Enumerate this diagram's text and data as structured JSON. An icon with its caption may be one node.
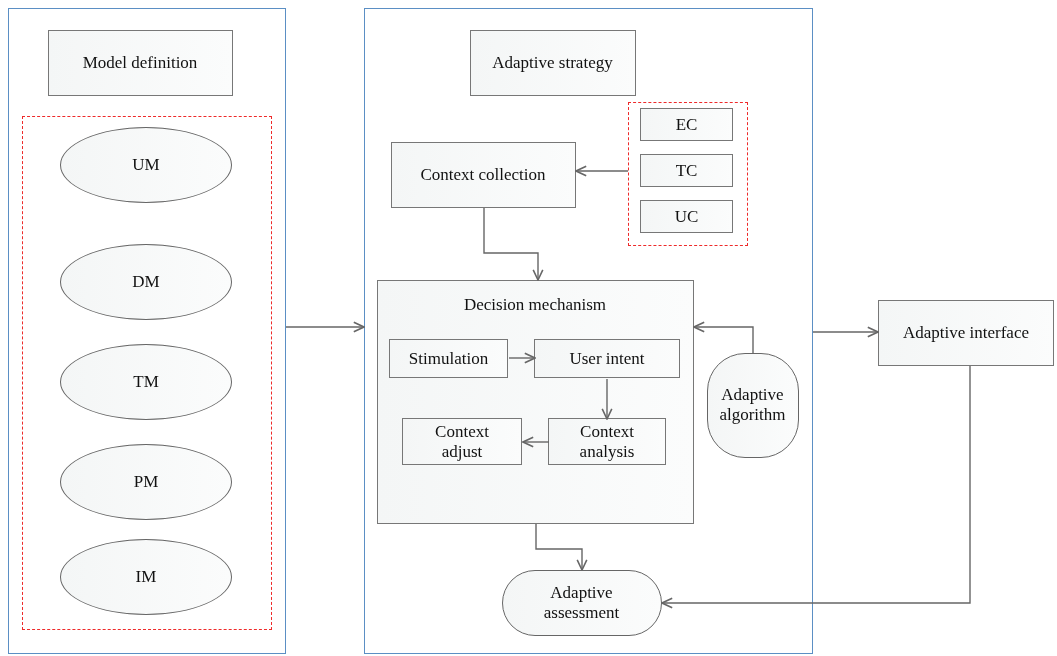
{
  "diagram": {
    "nodes": [
      {
        "text": [],
        "shape": "box"
      },
      {
        "text": [
          "Model definition"
        ],
        "in": 0
      },
      {
        "text": [],
        "shape": "box",
        "in": 0
      },
      {
        "text": [
          "UM"
        ],
        "in": 2
      },
      {
        "text": [
          "DM"
        ],
        "in": 2
      },
      {
        "text": [
          "TM"
        ],
        "in": 2
      },
      {
        "text": [
          "PM"
        ],
        "in": 2
      },
      {
        "text": [
          "IM"
        ],
        "in": 2
      },
      {
        "text": [],
        "shape": "box"
      },
      {
        "text": [
          "Adaptive strategy"
        ],
        "in": 8
      },
      {
        "text": [],
        "shape": "box",
        "in": 8
      },
      {
        "text": [
          "EC"
        ],
        "in": 10
      },
      {
        "text": [
          "TC"
        ],
        "in": 10
      },
      {
        "text": [
          "UC"
        ],
        "in": 10
      },
      {
        "text": [
          "Context collection"
        ],
        "in": 8
      },
      {
        "text": [
          "Decision mechanism"
        ],
        "in": 8
      },
      {
        "text": [
          "Stimulation"
        ],
        "in": 15
      },
      {
        "text": [
          "User intent"
        ],
        "in": 15
      },
      {
        "text": [
          "Context adjust"
        ],
        "in": 15
      },
      {
        "text": [
          "Context analysis"
        ],
        "in": 15
      },
      {
        "text": [
          "Adaptive algorithm"
        ],
        "in": 8
      },
      {
        "text": [
          "Adaptive assessment"
        ],
        "in": 8
      },
      {
        "text": [
          "Adaptive interface"
        ]
      }
    ],
    "edges": [
      {
        "from": 0,
        "to": 8,
        "arrow": "to"
      },
      {
        "from": 10,
        "to": 14,
        "arrow": "to"
      },
      {
        "from": 14,
        "to": 15,
        "arrow": "to"
      },
      {
        "from": 16,
        "to": 17,
        "arrow": "to"
      },
      {
        "from": 17,
        "to": 19,
        "arrow": "to"
      },
      {
        "from": 19,
        "to": 18,
        "arrow": "to"
      },
      {
        "from": 20,
        "to": 15,
        "arrow": "to"
      },
      {
        "from": 15,
        "to": 21,
        "arrow": "to"
      },
      {
        "from": 8,
        "to": 22,
        "arrow": "to"
      },
      {
        "from": 22,
        "to": 21,
        "arrow": "to"
      }
    ]
  }
}
